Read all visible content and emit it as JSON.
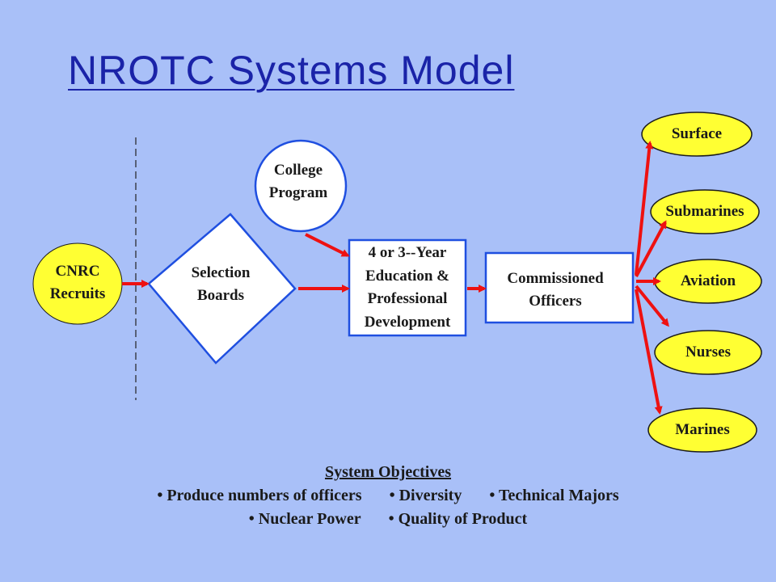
{
  "title": "NROTC Systems Model",
  "nodes": {
    "cnrc": [
      "CNRC",
      "Recruits"
    ],
    "selection": [
      "Selection",
      "Boards"
    ],
    "college": [
      "College",
      "Program"
    ],
    "education": [
      "4 or 3--Year",
      "Education &",
      "Professional",
      "Development"
    ],
    "commissioned": [
      "Commissioned",
      "Officers"
    ]
  },
  "outcomes": [
    "Surface",
    "Submarines",
    "Aviation",
    "Nurses",
    "Marines"
  ],
  "objectives": {
    "heading": "System Objectives",
    "row1": [
      "• Produce numbers of officers",
      "• Diversity",
      "• Technical Majors"
    ],
    "row2": [
      "• Nuclear Power",
      "• Quality of Product"
    ]
  },
  "colors": {
    "background": "#a9c0f8",
    "title": "#1a23a8",
    "ellipse_fill": "#ffff33",
    "box_stroke": "#1f4fe0",
    "arrow": "#ee1111"
  }
}
